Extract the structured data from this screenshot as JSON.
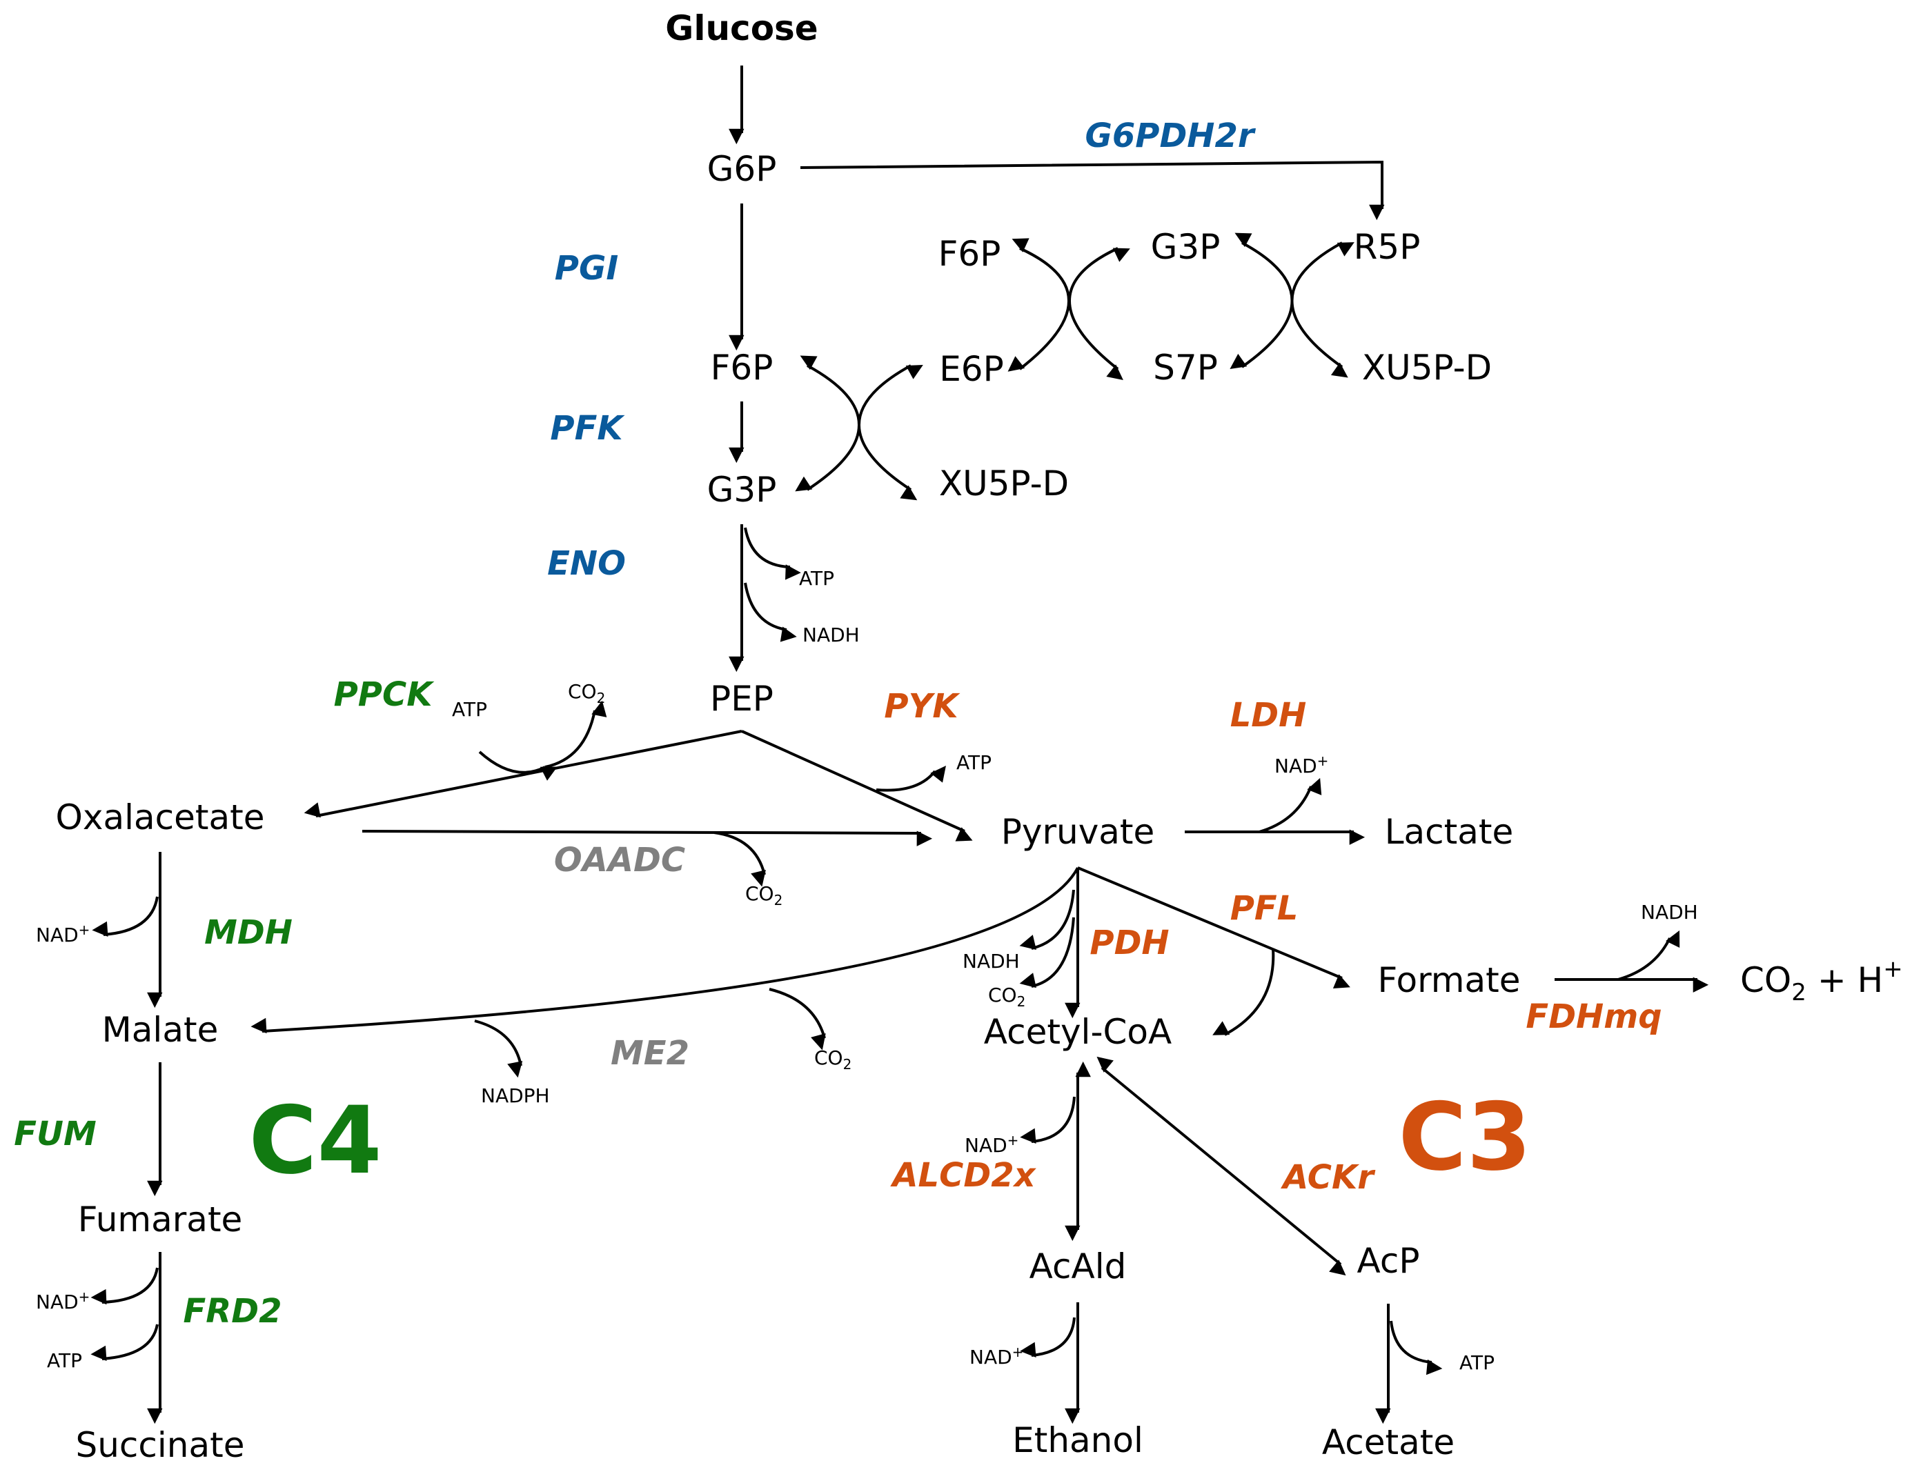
{
  "colors": {
    "glycolysis_ppp": "#0a5a9c",
    "c4_pathway": "#117a11",
    "c3_pathway": "#d2500f",
    "other": "#808080",
    "arrow": "#000000"
  },
  "metabolites": {
    "glucose": "Glucose",
    "g6p": "G6P",
    "f6p": "F6P",
    "g3p": "G3P",
    "pep": "PEP",
    "ppp_f6p": "F6P",
    "ppp_g3p": "G3P",
    "ppp_r5p": "R5P",
    "ppp_e6p": "E6P",
    "ppp_s7p": "S7P",
    "ppp_xu5p_right": "XU5P-D",
    "ppp_xu5p_left": "XU5P-D",
    "oxalacetate": "Oxalacetate",
    "pyruvate": "Pyruvate",
    "lactate": "Lactate",
    "malate": "Malate",
    "fumarate": "Fumarate",
    "succinate": "Succinate",
    "formate": "Formate",
    "co2_h": "CO",
    "co2_h_sub": "2",
    "co2_h_tail": " + H",
    "co2_h_sup": "+",
    "acetyl_coa": "Acetyl-CoA",
    "acald": "AcAld",
    "acp": "AcP",
    "ethanol": "Ethanol",
    "acetate": "Acetate"
  },
  "cofactors": {
    "eno_atp": "ATP",
    "eno_nadh": "NADH",
    "ppck_atp": "ATP",
    "ppck_co2": "CO",
    "pyk_atp": "ATP",
    "ldh_nad": "NAD",
    "oaadc_co2": "CO",
    "mdh_nad": "NAD",
    "pdh_nadh": "NADH",
    "pdh_co2": "CO",
    "me2_nadph": "NADPH",
    "me2_co2": "CO",
    "fdh_nadh": "NADH",
    "alcd_nad": "NAD",
    "frd_nad": "NAD",
    "frd_atp": "ATP",
    "acald_nad": "NAD",
    "ack_atp": "ATP",
    "plus": "+",
    "two": "2"
  },
  "enzymes": {
    "g6pdh2r": "G6PDH2r",
    "pgi": "PGI",
    "pfk": "PFK",
    "eno": "ENO",
    "ppck": "PPCK",
    "pyk": "PYK",
    "ldh": "LDH",
    "oaadc": "OAADC",
    "mdh": "MDH",
    "pfl": "PFL",
    "pdh": "PDH",
    "me2": "ME2",
    "fdhmq": "FDHmq",
    "fum": "FUM",
    "alcd2x": "ALCD2x",
    "ackr": "ACKr",
    "frd2": "FRD2"
  },
  "groups": {
    "c4": "C4",
    "c3": "C3"
  }
}
